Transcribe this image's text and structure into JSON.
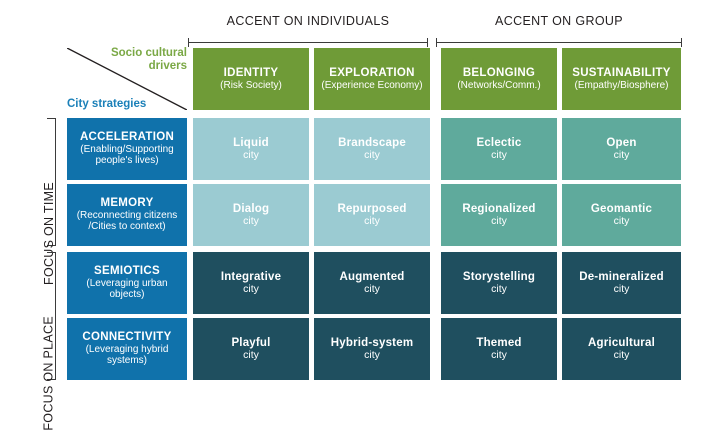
{
  "top_axis": [
    {
      "label": "ACCENT ON INDIVIDUALS"
    },
    {
      "label": "ACCENT ON GROUP"
    }
  ],
  "left_axis": [
    {
      "label": "FOCUS ON TIME"
    },
    {
      "label": "FOCUS ON PLACE"
    }
  ],
  "corner": {
    "columns_legend": "Socio cultural drivers",
    "rows_legend": "City strategies",
    "columns_legend_color": "#7aa845",
    "rows_legend_color": "#1b80b8"
  },
  "columns": [
    {
      "title": "IDENTITY",
      "subtitle": "(Risk Society)"
    },
    {
      "title": "EXPLORATION",
      "subtitle": "(Experience Economy)"
    },
    {
      "title": "BELONGING",
      "subtitle": "(Networks/Comm.)"
    },
    {
      "title": "SUSTAINABILITY",
      "subtitle": "(Empathy/Biosphere)"
    }
  ],
  "rows": [
    {
      "title": "ACCELERATION",
      "subtitle": "(Enabling/Supporting people's lives)"
    },
    {
      "title": "MEMORY",
      "subtitle": "(Reconnecting citizens /Cities to context)"
    },
    {
      "title": "SEMIOTICS",
      "subtitle": "(Leveraging urban objects)"
    },
    {
      "title": "CONNECTIVITY",
      "subtitle": "(Leveraging hybrid systems)"
    }
  ],
  "cells": [
    [
      {
        "title": "Liquid",
        "subtitle": "city"
      },
      {
        "title": "Brandscape",
        "subtitle": "city"
      },
      {
        "title": "Eclectic",
        "subtitle": "city"
      },
      {
        "title": "Open",
        "subtitle": "city"
      }
    ],
    [
      {
        "title": "Dialog",
        "subtitle": "city"
      },
      {
        "title": "Repurposed",
        "subtitle": "city"
      },
      {
        "title": "Regionalized",
        "subtitle": "city"
      },
      {
        "title": "Geomantic",
        "subtitle": "city"
      }
    ],
    [
      {
        "title": "Integrative",
        "subtitle": "city"
      },
      {
        "title": "Augmented",
        "subtitle": "city"
      },
      {
        "title": "Storystelling",
        "subtitle": "city"
      },
      {
        "title": "De-mineralized",
        "subtitle": "city"
      }
    ],
    [
      {
        "title": "Playful",
        "subtitle": "city"
      },
      {
        "title": "Hybrid-system",
        "subtitle": "city"
      },
      {
        "title": "Themed",
        "subtitle": "city"
      },
      {
        "title": "Agricultural",
        "subtitle": "city"
      }
    ]
  ],
  "colors": {
    "column_header_green": "#6f9b37",
    "row_header_blue": "#1072ab",
    "light_teal": "#9bcbd2",
    "medium_teal": "#5faa9c",
    "dark_teal": "#1f4f5f",
    "background": "#ffffff",
    "rule": "#3b3b3b"
  }
}
